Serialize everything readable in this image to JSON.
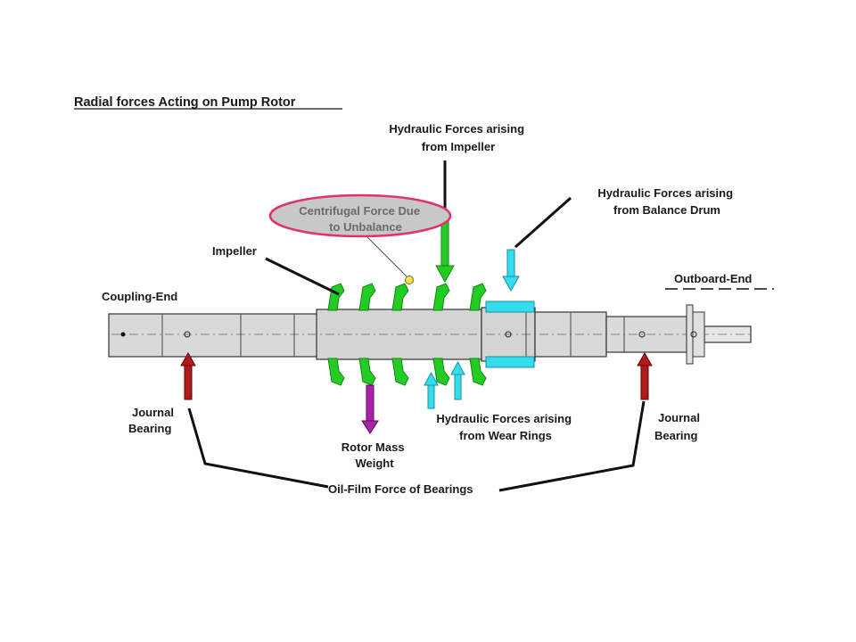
{
  "diagram": {
    "title": "Radial forces Acting on Pump Rotor",
    "labels": {
      "hydraulic_impeller": [
        "Hydraulic Forces arising",
        "from Impeller"
      ],
      "hydraulic_balance_drum": [
        "Hydraulic Forces arising",
        "from Balance Drum"
      ],
      "centrifugal": [
        "Centrifugal Force Due",
        "to Unbalance"
      ],
      "impeller": "Impeller",
      "coupling_end": "Coupling-End",
      "outboard_end": "Outboard-End",
      "journal_bearing_left": [
        "Journal",
        "Bearing"
      ],
      "journal_bearing_right": [
        "Journal",
        "Bearing"
      ],
      "rotor_mass": [
        "Rotor Mass",
        "Weight"
      ],
      "hydraulic_wear_rings": [
        "Hydraulic Forces arising",
        "from Wear Rings"
      ],
      "oil_film": "Oil-Film Force of Bearings"
    },
    "colors": {
      "impeller_green": "#22cc22",
      "balance_drum_cyan": "#33ddee",
      "bearing_arrow_red": "#b01a1a",
      "mass_arrow_purple": "#aa22aa",
      "highlight_ellipse": "#e0336e",
      "shaft_grey": "#d8d8d8"
    }
  }
}
